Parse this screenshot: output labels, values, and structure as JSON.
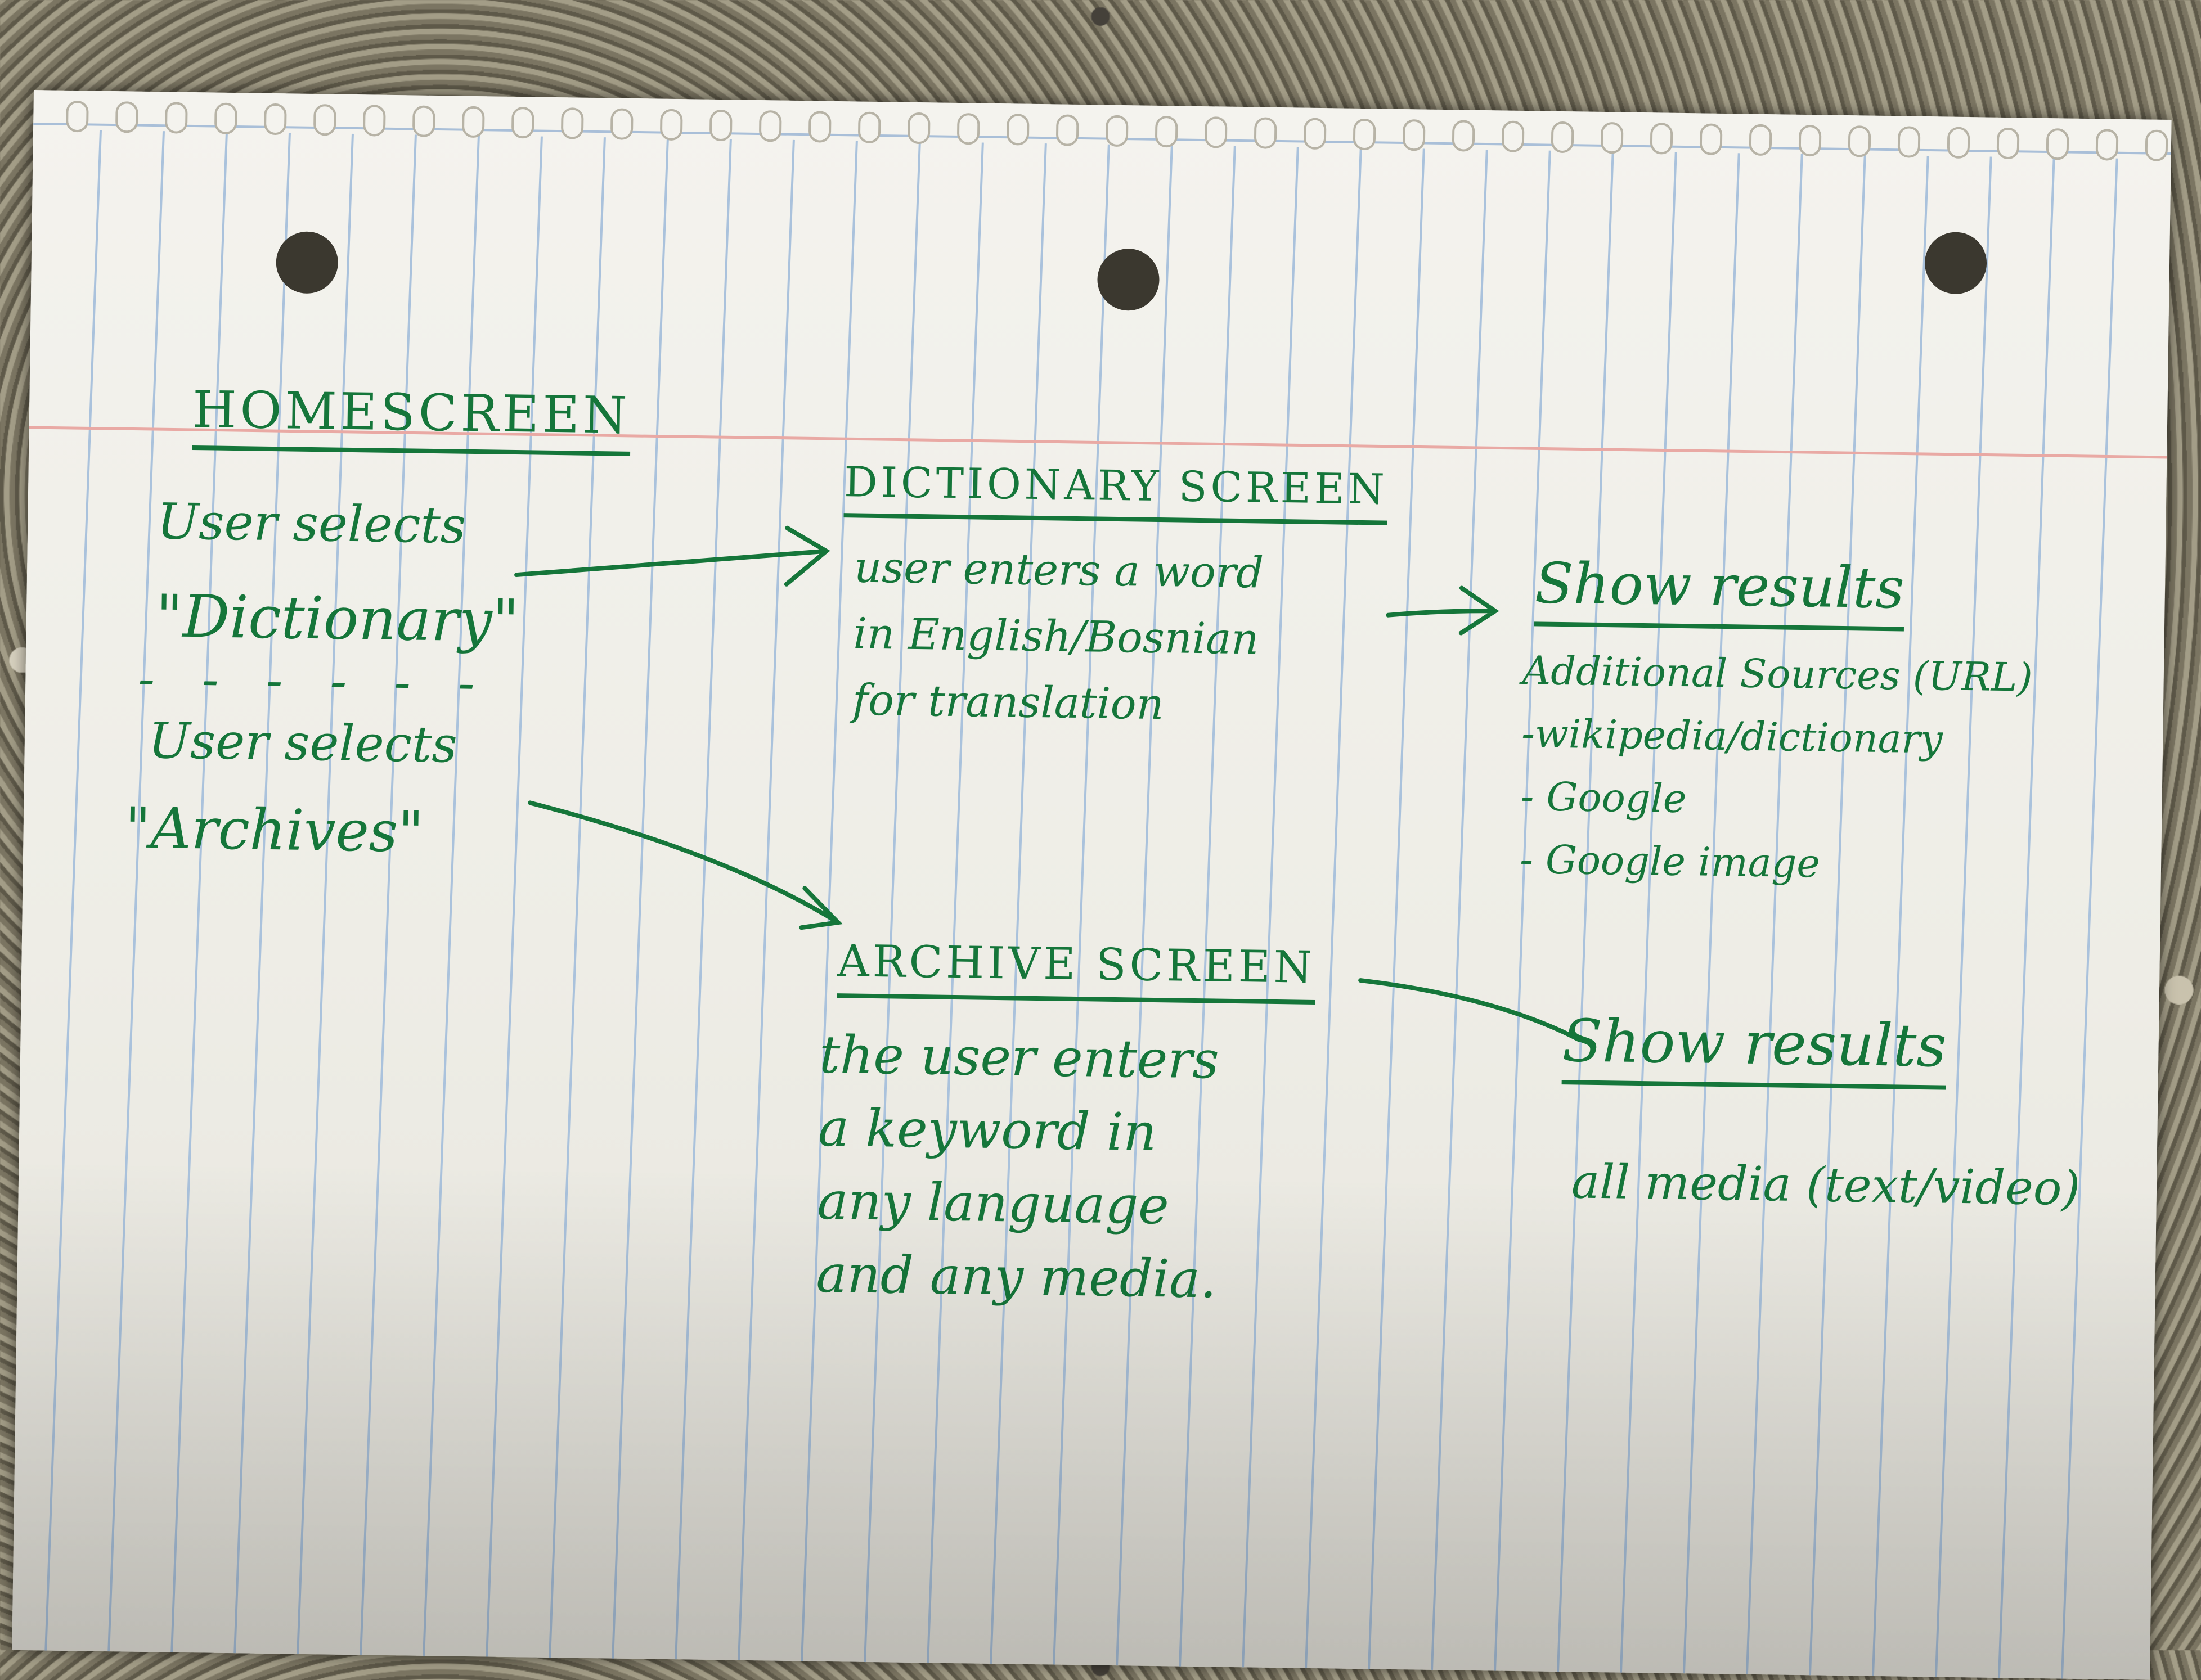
{
  "ink_color": "#15763a",
  "homescreen": {
    "title": "HOMESCREEN",
    "option1": {
      "line1": "User selects",
      "line2": "\"Dictionary\""
    },
    "separator": "- - - - - -",
    "option2": {
      "line1": "User selects",
      "line2": "\"Archives\""
    }
  },
  "dictionary_screen": {
    "title": "DICTIONARY SCREEN",
    "lines": [
      "user enters a word",
      "in English/Bosnian",
      "for translation"
    ]
  },
  "dictionary_results": {
    "title": "Show results",
    "lines": [
      "Additional Sources (URL)",
      "-wikipedia/dictionary",
      "- Google",
      "- Google image"
    ]
  },
  "archive_screen": {
    "title": "ARCHIVE SCREEN",
    "lines": [
      "the user enters",
      "a keyword in",
      "any language",
      "and any media."
    ]
  },
  "archive_results": {
    "title": "Show results",
    "lines": [
      "all media (text/video)"
    ]
  }
}
